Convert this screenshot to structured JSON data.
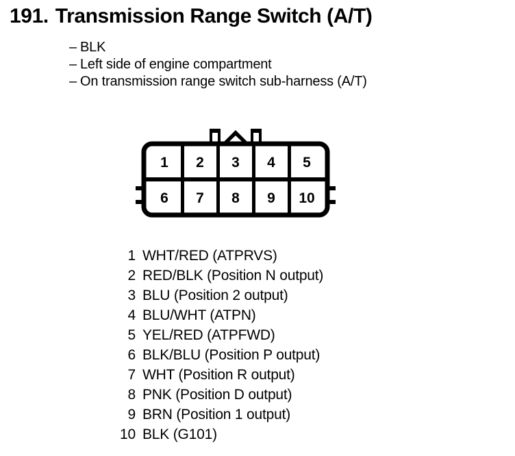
{
  "page": {
    "item_number": "191.",
    "title": "Transmission Range Switch (A/T)"
  },
  "notes": [
    {
      "dash": "–",
      "text": "BLK"
    },
    {
      "dash": "–",
      "text": "Left side of engine compartment"
    },
    {
      "dash": "–",
      "text": "On transmission range switch sub-harness (A/T)"
    }
  ],
  "connector": {
    "rows": [
      {
        "cells": [
          "1",
          "2",
          "3",
          "4",
          "5"
        ]
      },
      {
        "cells": [
          "6",
          "7",
          "8",
          "9",
          "10"
        ]
      }
    ],
    "cavity_labels_top": [
      "1",
      "2",
      "3",
      "4",
      "5"
    ],
    "cavity_labels_bottom": [
      "6",
      "7",
      "8",
      "9",
      "10"
    ],
    "outline_color": "#000000",
    "fill_color": "#ffffff"
  },
  "pins": [
    {
      "number": "1",
      "description": "WHT/RED (ATPRVS)"
    },
    {
      "number": "2",
      "description": "RED/BLK (Position N output)"
    },
    {
      "number": "3",
      "description": "BLU (Position 2 output)"
    },
    {
      "number": "4",
      "description": "BLU/WHT (ATPN)"
    },
    {
      "number": "5",
      "description": "YEL/RED (ATPFWD)"
    },
    {
      "number": "6",
      "description": "BLK/BLU (Position P output)"
    },
    {
      "number": "7",
      "description": "WHT (Position R output)"
    },
    {
      "number": "8",
      "description": "PNK (Position D output)"
    },
    {
      "number": "9",
      "description": "BRN (Position 1 output)"
    },
    {
      "number": "10",
      "description": "BLK (G101)"
    }
  ]
}
